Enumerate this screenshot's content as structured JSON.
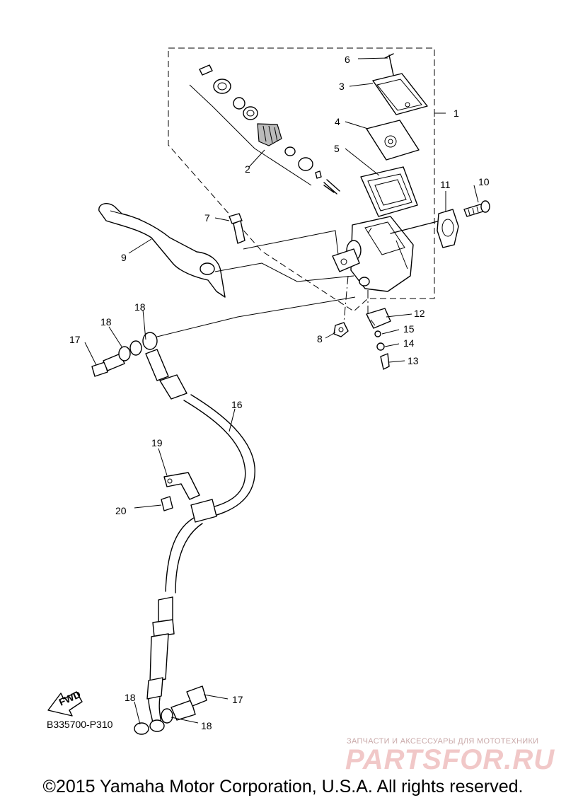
{
  "diagram": {
    "reference_code": "B335700-P310",
    "fwd_label": "FWD",
    "copyright": "©2015 Yamaha Motor Corporation, U.S.A. All rights reserved.",
    "watermark": {
      "tagline": "ЗАПЧАСТИ И АКСЕССУАРЫ ДЛЯ МОТОТЕХНИКИ",
      "logo": "PARTSFOR.RU"
    },
    "callouts": {
      "c1": "1",
      "c2": "2",
      "c3": "3",
      "c4": "4",
      "c5": "5",
      "c6": "6",
      "c7": "7",
      "c8": "8",
      "c9": "9",
      "c10": "10",
      "c11": "11",
      "c12": "12",
      "c13": "13",
      "c14": "14",
      "c15": "15",
      "c16": "16",
      "c17a": "17",
      "c17b": "17",
      "c18a": "18",
      "c18b": "18",
      "c18c": "18",
      "c18d": "18",
      "c19": "19",
      "c20": "20"
    }
  }
}
